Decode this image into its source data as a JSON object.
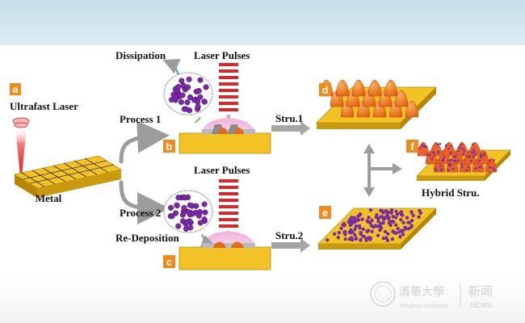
{
  "labels": {
    "ultrafast_laser": "Ultrafast Laser",
    "metal": "Metal",
    "process1": "Process 1",
    "process2": "Process 2",
    "dissipation": "Dissipation",
    "redeposition": "Re-Deposition",
    "laser_pulses_top": "Laser Pulses",
    "laser_pulses_bottom": "Laser Pulses",
    "stru1": "Stru.1",
    "stru2": "Stru.2",
    "hybrid": "Hybrid Stru."
  },
  "badges": {
    "a": "a",
    "b": "b",
    "c": "c",
    "d": "d",
    "e": "e",
    "f": "f"
  },
  "watermark": {
    "cn_name": "清華大學",
    "en_name": "Tsinghua University",
    "news_cn": "新闻",
    "news_en": "NEWS"
  },
  "colors": {
    "banner": "#cbe2eb",
    "badge": "#f08a1c",
    "gold_top": "#f2c324",
    "gold_side": "#c99a10",
    "laser_red": "#d9272e",
    "cone_orange": "#f07a20",
    "particle_purple": "#7a2aa6",
    "arrow_gray": "#9c9c9c",
    "plume_pink": "#f4c6e4"
  }
}
